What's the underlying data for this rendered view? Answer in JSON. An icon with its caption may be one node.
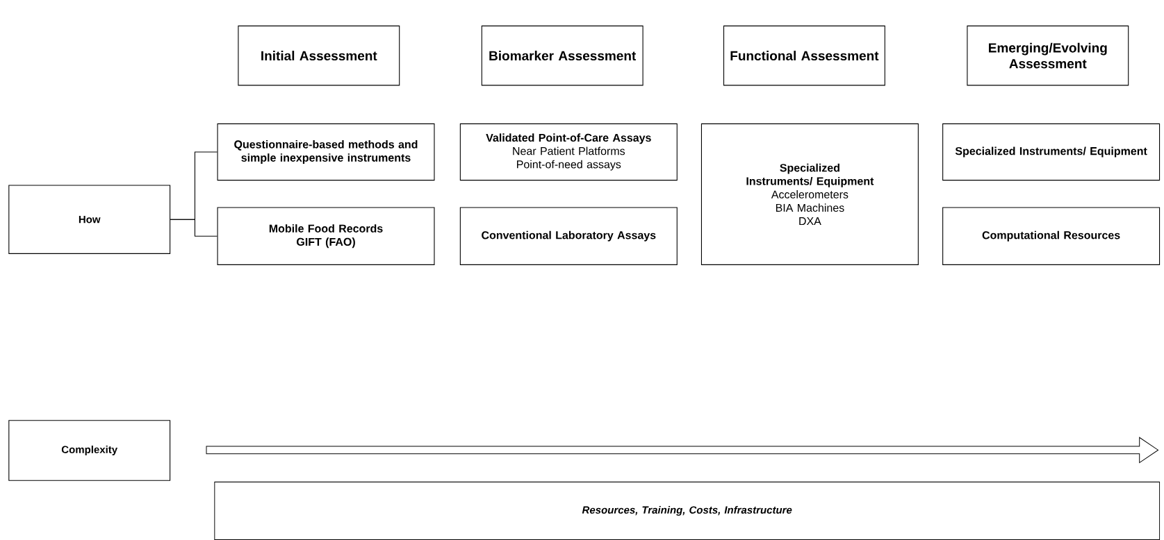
{
  "diagram": {
    "nodes": [
      {
        "text": [
          "Initial Assessment"
        ]
      },
      {
        "text": [
          "Biomarker Assessment"
        ]
      },
      {
        "text": [
          "Functional Assessment"
        ]
      },
      {
        "text": [
          "Emerging/Evolving Assessment"
        ]
      },
      {
        "text": [
          "How"
        ]
      },
      {
        "text": [
          "Questionnaire-based methods and simple inexpensive instruments"
        ]
      },
      {
        "text": [
          "Validated Point-of-Care Assays",
          "Near Patient Platforms",
          "Point-of-need assays"
        ]
      },
      {
        "text": [
          "Specialized Instruments/ Equipment",
          "Accelerometers",
          "BIA Machines",
          "DXA"
        ]
      },
      {
        "text": [
          "Specialized Instruments/ Equipment"
        ]
      },
      {
        "text": [
          "Mobile Food Records",
          "GIFT (FAO)"
        ]
      },
      {
        "text": [
          "Conventional Laboratory Assays"
        ]
      },
      {
        "text": [
          "Computational Resources"
        ]
      },
      {
        "text": [
          "Complexity"
        ]
      },
      {
        "text": [
          "Resources, Training, Costs, Infrastructure"
        ]
      }
    ],
    "edges": [
      {
        "from": 4,
        "to": 5,
        "arrow": "none"
      },
      {
        "from": 4,
        "to": 9,
        "arrow": "none"
      }
    ]
  }
}
